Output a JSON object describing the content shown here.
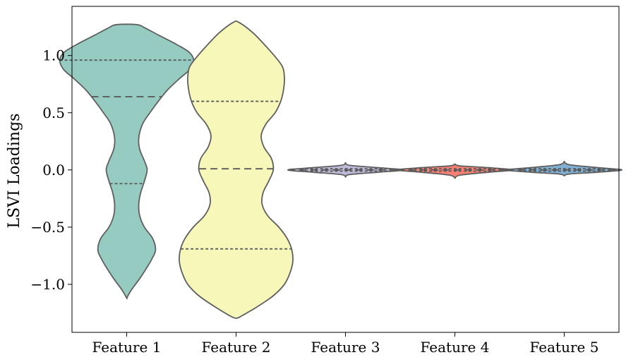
{
  "chart_data": {
    "type": "violin",
    "categories": [
      "Feature 1",
      "Feature 2",
      "Feature 3",
      "Feature 4",
      "Feature 5"
    ],
    "ylabel": "LSVI Loadings",
    "ylim": [
      -1.42,
      1.43
    ],
    "yticks": [
      1.0,
      0.5,
      0.0,
      -0.5,
      -1.0
    ],
    "ytick_labels": [
      "1.0",
      "0.5",
      "0.0",
      "−0.5",
      "−1.0"
    ],
    "series": [
      {
        "category": "Feature 1",
        "color": "#96cbc1",
        "range": [
          -1.12,
          1.27
        ],
        "quartiles": [
          -0.12,
          0.64,
          0.96
        ],
        "density": [
          [
            -1.12,
            0.0
          ],
          [
            -1.05,
            0.05
          ],
          [
            -0.95,
            0.14
          ],
          [
            -0.85,
            0.22
          ],
          [
            -0.78,
            0.27
          ],
          [
            -0.7,
            0.31
          ],
          [
            -0.6,
            0.28
          ],
          [
            -0.5,
            0.19
          ],
          [
            -0.4,
            0.14
          ],
          [
            -0.3,
            0.13
          ],
          [
            -0.2,
            0.15
          ],
          [
            -0.1,
            0.19
          ],
          [
            0.0,
            0.22
          ],
          [
            0.08,
            0.19
          ],
          [
            0.18,
            0.14
          ],
          [
            0.28,
            0.13
          ],
          [
            0.4,
            0.17
          ],
          [
            0.5,
            0.25
          ],
          [
            0.6,
            0.34
          ],
          [
            0.7,
            0.44
          ],
          [
            0.8,
            0.57
          ],
          [
            0.88,
            0.68
          ],
          [
            0.96,
            0.72
          ],
          [
            1.03,
            0.67
          ],
          [
            1.1,
            0.53
          ],
          [
            1.18,
            0.34
          ],
          [
            1.24,
            0.2
          ],
          [
            1.27,
            0.11
          ]
        ]
      },
      {
        "category": "Feature 2",
        "color": "#f7f7b9",
        "range": [
          -1.29,
          1.29
        ],
        "quartiles": [
          -0.69,
          0.01,
          0.6
        ],
        "density": [
          [
            -1.29,
            0.03
          ],
          [
            -1.2,
            0.22
          ],
          [
            -1.1,
            0.4
          ],
          [
            -1.0,
            0.52
          ],
          [
            -0.9,
            0.58
          ],
          [
            -0.8,
            0.61
          ],
          [
            -0.7,
            0.6
          ],
          [
            -0.6,
            0.55
          ],
          [
            -0.5,
            0.46
          ],
          [
            -0.4,
            0.34
          ],
          [
            -0.3,
            0.28
          ],
          [
            -0.2,
            0.29
          ],
          [
            -0.1,
            0.35
          ],
          [
            0.0,
            0.4
          ],
          [
            0.1,
            0.38
          ],
          [
            0.2,
            0.3
          ],
          [
            0.3,
            0.27
          ],
          [
            0.4,
            0.32
          ],
          [
            0.5,
            0.42
          ],
          [
            0.6,
            0.48
          ],
          [
            0.7,
            0.51
          ],
          [
            0.8,
            0.52
          ],
          [
            0.9,
            0.5
          ],
          [
            1.0,
            0.41
          ],
          [
            1.1,
            0.3
          ],
          [
            1.2,
            0.18
          ],
          [
            1.29,
            0.03
          ]
        ]
      },
      {
        "category": "Feature 3",
        "color": "#bfbbd9",
        "range": [
          -0.06,
          0.06
        ],
        "quartiles": [
          -0.01,
          0.0,
          0.01
        ],
        "density": [
          [
            -0.06,
            0.0
          ],
          [
            -0.04,
            0.05
          ],
          [
            -0.02,
            0.35
          ],
          [
            0.0,
            0.62
          ],
          [
            0.02,
            0.35
          ],
          [
            0.04,
            0.05
          ],
          [
            0.06,
            0.0
          ]
        ]
      },
      {
        "category": "Feature 4",
        "color": "#f98174",
        "range": [
          -0.07,
          0.05
        ],
        "quartiles": [
          -0.01,
          0.0,
          0.01
        ],
        "density": [
          [
            -0.07,
            0.0
          ],
          [
            -0.045,
            0.06
          ],
          [
            -0.02,
            0.36
          ],
          [
            0.0,
            0.62
          ],
          [
            0.02,
            0.36
          ],
          [
            0.035,
            0.06
          ],
          [
            0.05,
            0.0
          ]
        ]
      },
      {
        "category": "Feature 5",
        "color": "#80b0d3",
        "range": [
          -0.05,
          0.07
        ],
        "quartiles": [
          -0.01,
          0.0,
          0.01
        ],
        "density": [
          [
            -0.05,
            0.0
          ],
          [
            -0.035,
            0.06
          ],
          [
            -0.02,
            0.36
          ],
          [
            0.0,
            0.62
          ],
          [
            0.02,
            0.36
          ],
          [
            0.045,
            0.06
          ],
          [
            0.07,
            0.0
          ]
        ]
      }
    ],
    "grid": false,
    "legend": "none"
  }
}
